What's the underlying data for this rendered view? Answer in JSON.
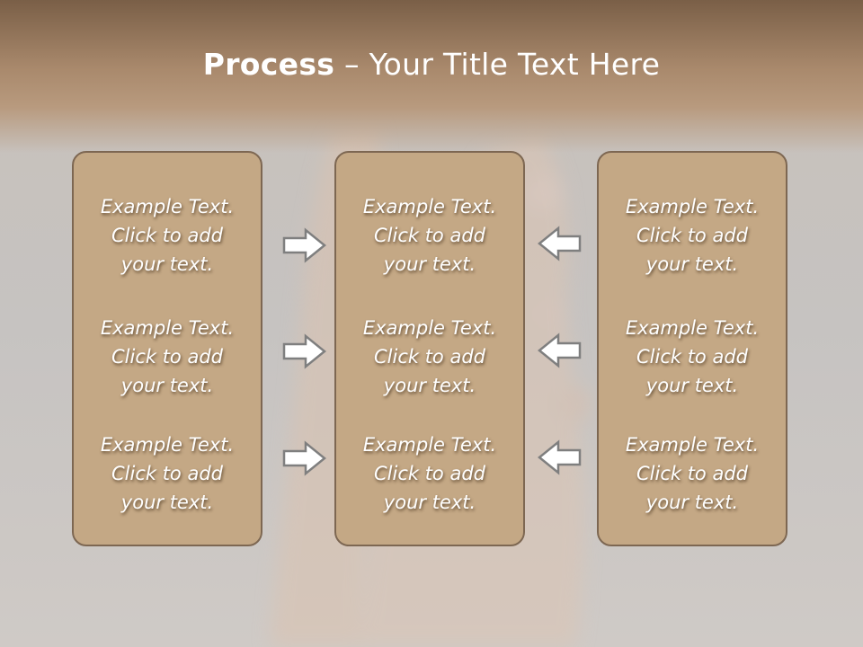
{
  "title": {
    "bold": "Process",
    "rest": " – Your Title Text Here"
  },
  "columns": [
    {
      "items": [
        {
          "line1": "Example Text.",
          "line2": "Click  to add",
          "line3": "your text."
        },
        {
          "line1": "Example Text.",
          "line2": "Click  to add",
          "line3": "your text."
        },
        {
          "line1": "Example Text.",
          "line2": "Click  to add",
          "line3": "your text."
        }
      ]
    },
    {
      "items": [
        {
          "line1": "Example Text.",
          "line2": "Click  to add",
          "line3": "your text."
        },
        {
          "line1": "Example Text.",
          "line2": "Click  to add",
          "line3": "your text."
        },
        {
          "line1": "Example Text.",
          "line2": "Click  to add",
          "line3": "your text."
        }
      ]
    },
    {
      "items": [
        {
          "line1": "Example Text.",
          "line2": "Click  to add",
          "line3": "your text."
        },
        {
          "line1": "Example Text.",
          "line2": "Click  to add",
          "line3": "your text."
        },
        {
          "line1": "Example Text.",
          "line2": "Click  to add",
          "line3": "your text."
        }
      ]
    }
  ],
  "colors": {
    "box_fill": "#c4a885",
    "box_border": "#7d6752",
    "arrow_stroke": "#7f7f7f"
  },
  "icons": {
    "left_arrows": "arrow-right-icon",
    "right_arrows": "arrow-left-icon"
  }
}
